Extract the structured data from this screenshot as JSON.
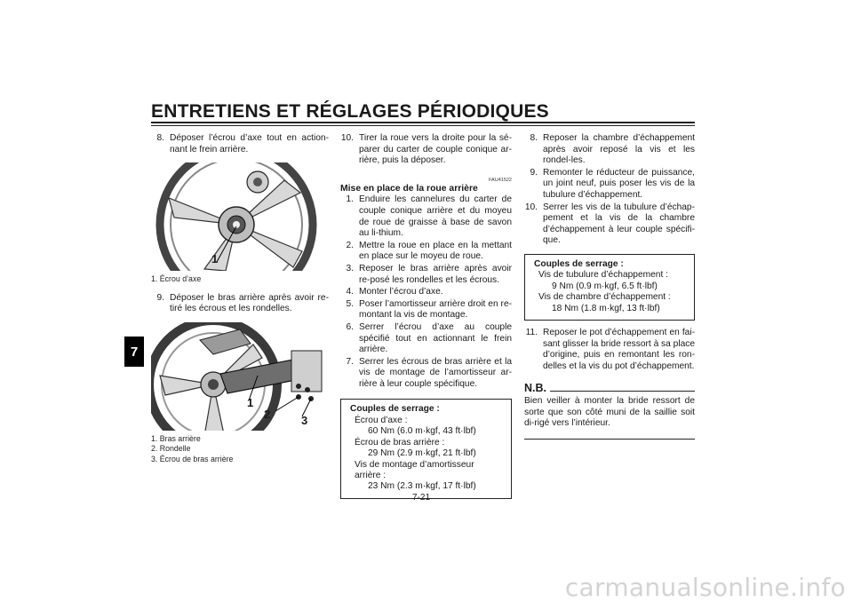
{
  "header": {
    "title": "ENTRETIENS ET RÉGLAGES PÉRIODIQUES"
  },
  "chapter_tab": "7",
  "page_number": "7-21",
  "col1": {
    "step8": {
      "num": "8.",
      "text": "Déposer l’écrou d’axe tout en action-nant le frein arrière."
    },
    "photo1": {
      "callout": "1",
      "captions": [
        "1.  Écrou d’axe"
      ]
    },
    "step9": {
      "num": "9.",
      "text": "Déposer le bras arrière après avoir re-tiré les écrous et les rondelles."
    },
    "photo2": {
      "callouts": [
        "1",
        "2",
        "3"
      ],
      "captions": [
        "1.  Bras arrière",
        "2.  Rondelle",
        "3.  Écrou de bras arrière"
      ]
    }
  },
  "col2": {
    "step10": {
      "num": "10.",
      "text": "Tirer la roue vers la droite pour la sé-parer du carter de couple conique ar-rière, puis la déposer."
    },
    "ref_code": "FAU41522",
    "section_title": "Mise en place de la roue arrière",
    "steps": [
      {
        "num": "1.",
        "text": "Enduire les cannelures du carter de couple conique arrière et du moyeu de roue de graisse à base de savon au li-thium."
      },
      {
        "num": "2.",
        "text": "Mettre la roue en place en la mettant en place sur le moyeu de roue."
      },
      {
        "num": "3.",
        "text": "Reposer le bras arrière après avoir re-posé les rondelles et les écrous."
      },
      {
        "num": "4.",
        "text": "Monter l’écrou d’axe."
      },
      {
        "num": "5.",
        "text": "Poser l’amortisseur arrière droit en re-montant la vis de montage."
      },
      {
        "num": "6.",
        "text": "Serrer l’écrou d’axe au couple spécifié tout en actionnant le frein arrière."
      },
      {
        "num": "7.",
        "text": "Serrer les écrous de bras arrière et la vis de montage de l’amortisseur ar-rière à leur couple spécifique."
      }
    ],
    "spec_box": {
      "title": "Couples de serrage :",
      "lines": [
        {
          "kind": "lbl",
          "text": "Écrou d’axe :"
        },
        {
          "kind": "val",
          "text": "60 Nm (6.0 m·kgf, 43 ft·lbf)"
        },
        {
          "kind": "lbl",
          "text": "Écrou de bras arrière :"
        },
        {
          "kind": "val",
          "text": "29 Nm (2.9 m·kgf, 21 ft·lbf)"
        },
        {
          "kind": "lbl",
          "text": "Vis de montage d’amortisseur"
        },
        {
          "kind": "lbl",
          "text": "arrière :"
        },
        {
          "kind": "val",
          "text": "23 Nm (2.3 m·kgf, 17 ft·lbf)"
        }
      ]
    }
  },
  "col3": {
    "steps_a": [
      {
        "num": "8.",
        "text": "Reposer la chambre d’échappement après avoir reposé la vis et les rondel-les."
      },
      {
        "num": "9.",
        "text": "Remonter le réducteur de puissance, un joint neuf, puis poser les vis de la tubulure d’échappement."
      },
      {
        "num": "10.",
        "text": "Serrer les vis de la tubulure d’échap-pement et la vis de la chambre d’échappement à leur couple spécifi-que."
      }
    ],
    "spec_box": {
      "title": "Couples de serrage :",
      "lines": [
        {
          "kind": "lbl",
          "text": "Vis de tubulure d’échappement :"
        },
        {
          "kind": "val",
          "text": "9 Nm (0.9 m·kgf, 6.5 ft·lbf)"
        },
        {
          "kind": "lbl",
          "text": "Vis de chambre d’échappement :"
        },
        {
          "kind": "val",
          "text": "18 Nm (1.8 m·kgf, 13 ft·lbf)"
        }
      ]
    },
    "step11": {
      "num": "11.",
      "text": "Reposer le pot d’échappement en fai-sant glisser la bride ressort à sa place d’origine, puis en remontant les ron-delles et la vis du pot d’échappement."
    },
    "nb": {
      "title": "N.B.",
      "text": "Bien veiller à monter la bride ressort de sorte que son côté muni de la saillie soit di-rigé vers l’intérieur."
    }
  },
  "watermark": "carmanualsonline.info"
}
